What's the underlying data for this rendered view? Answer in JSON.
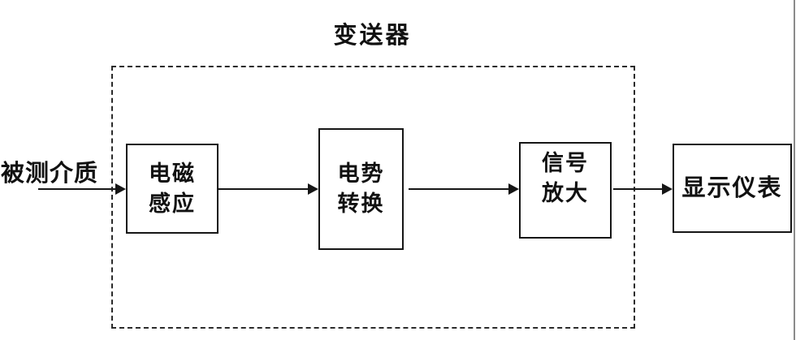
{
  "diagram": {
    "title": "变送器",
    "input_label": "被测介质",
    "boxes": [
      {
        "id": "electromagnetic-induction",
        "line1": "电磁",
        "line2": "感应"
      },
      {
        "id": "potential-conversion",
        "line1": "电势",
        "line2": "转换"
      },
      {
        "id": "signal-amplification",
        "line1": "信号",
        "line2": "放大"
      },
      {
        "id": "display-instrument",
        "label": "显示仪表"
      }
    ],
    "flow": [
      "被测介质 → 电磁感应",
      "电磁感应 → 电势转换",
      "电势转换 → 信号放大",
      "信号放大 → 显示仪表"
    ],
    "colors": {
      "line": "#161616",
      "dashed_border": "#2b2b2b",
      "background": "#ffffff",
      "edge_artifact": "#8a8a8a"
    }
  }
}
